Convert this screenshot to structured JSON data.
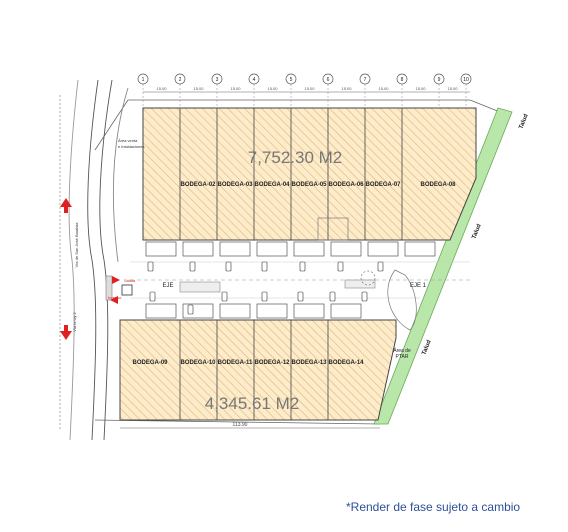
{
  "grid_columns": [
    "1",
    "2",
    "3",
    "4",
    "5",
    "6",
    "7",
    "8",
    "9",
    "10"
  ],
  "column_spacing": [
    "15.00",
    "15.00",
    "15.00",
    "15.00",
    "15.00",
    "15.00",
    "15.00",
    "15.00",
    "15.00"
  ],
  "area_top": "7,752.30 M2",
  "area_bottom": "4,345.61 M2",
  "bodegas_top": [
    "BODEGA-02",
    "BODEGA-03",
    "BODEGA-04",
    "BODEGA-05",
    "BODEGA-06",
    "BODEGA-07",
    "BODEGA-08"
  ],
  "bodegas_bottom": [
    "BODEGA-09",
    "BODEGA-10",
    "BODEGA-11",
    "BODEGA-12",
    "BODEGA-13",
    "BODEGA-14"
  ],
  "annex_label": [
    "Área venta",
    "e instalaciones"
  ],
  "eje_labels": [
    "EJE",
    "EJE 1"
  ],
  "ptar_label": [
    "Área de",
    "PTAR"
  ],
  "talud_labels": [
    "Talud",
    "Talud",
    "Talud"
  ],
  "road_labels": [
    "Vía de San José Bautista",
    "Vía la Uy 2"
  ],
  "access_labels": [
    "Salida",
    "Ingreso"
  ],
  "bottom_dim": "113.90",
  "footnote": "*Render de fase sujeto a cambio",
  "colors": {
    "warehouse_fill": "#fdeccb",
    "hatch": "#e0b46c",
    "green_strip": "#b9e6a9",
    "access_red": "#e02020",
    "note_blue": "#2f4f9a",
    "outline": "#444444"
  }
}
